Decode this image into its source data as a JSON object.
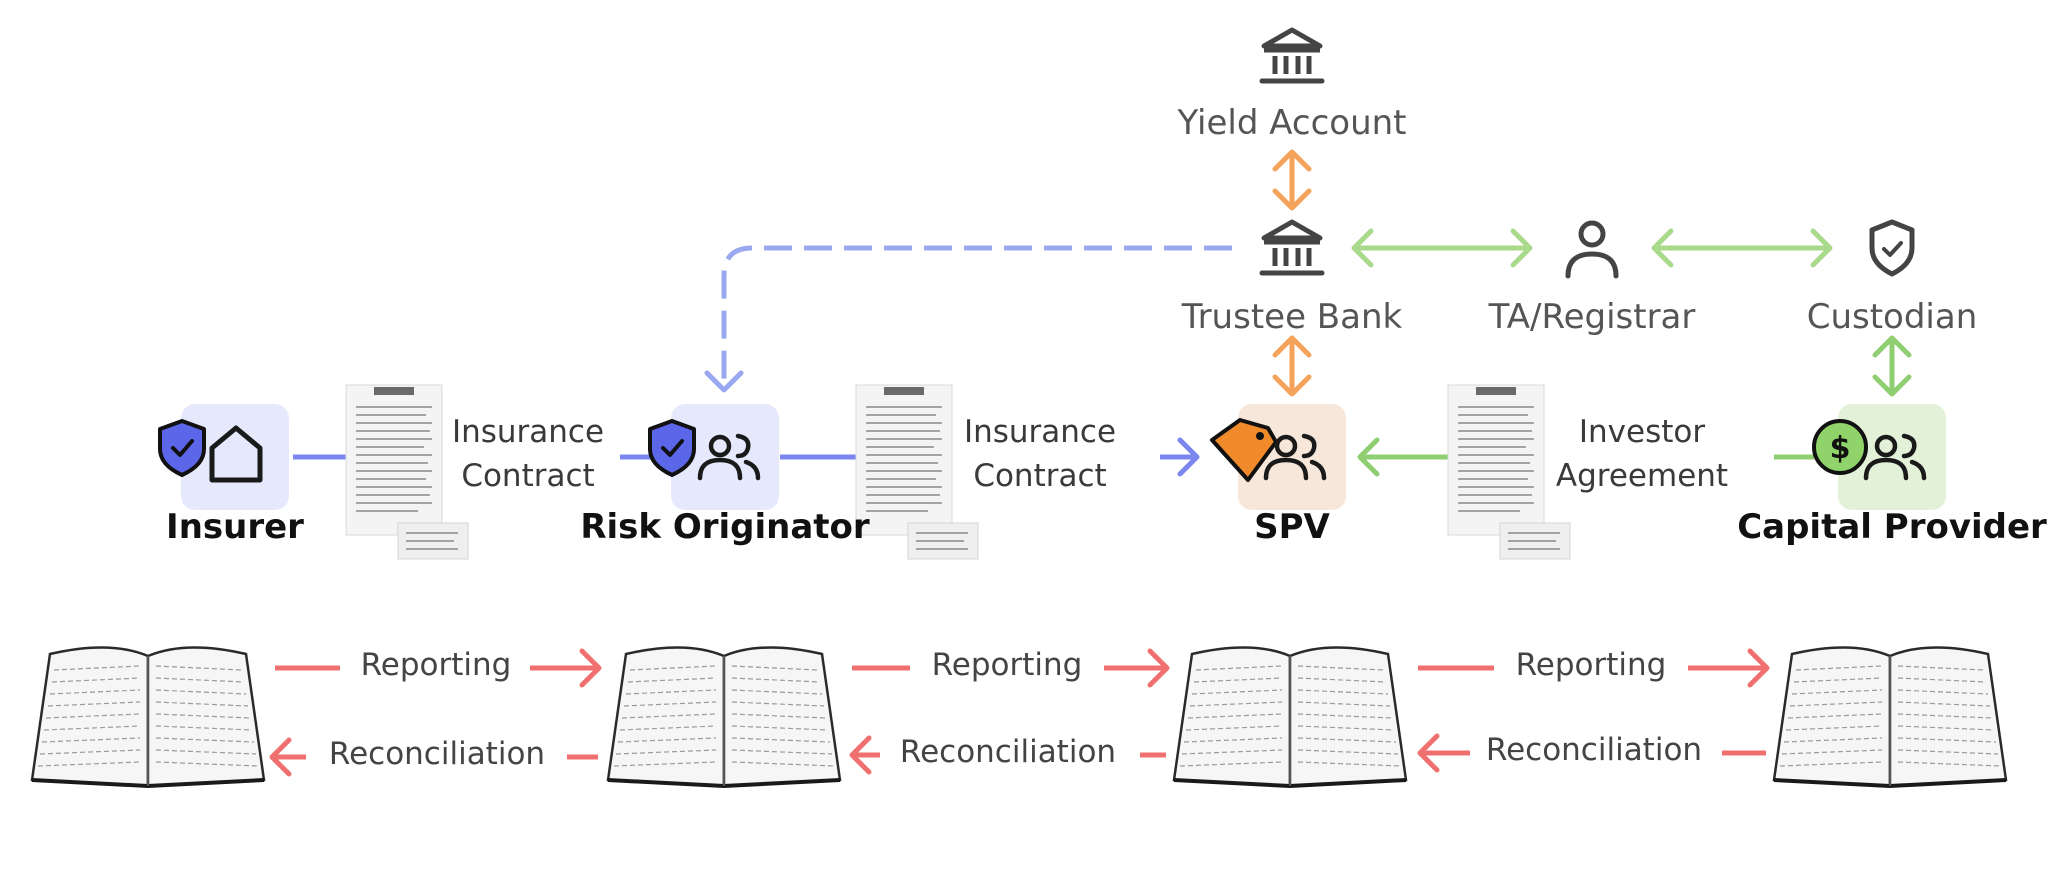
{
  "colors": {
    "blue": "#7b86ef",
    "blue_dashed": "#9aa8f0",
    "orange": "#f5a25a",
    "green": "#a9d98a",
    "green_strong": "#8fcf72",
    "red": "#f07070",
    "insurer_bg": "#e6e9fc",
    "originator_bg": "#e6e9fc",
    "spv_bg": "#f6e7da",
    "capital_bg": "#e3f1d9",
    "icon_dark": "#1a1a1a",
    "icon_gray": "#444444"
  },
  "nodes": {
    "insurer": {
      "label": "Insurer",
      "icons": [
        "shield-check-icon",
        "house-icon"
      ]
    },
    "risk_originator": {
      "label": "Risk Originator",
      "icons": [
        "shield-check-icon",
        "people-icon"
      ]
    },
    "spv": {
      "label": "SPV",
      "icons": [
        "tag-icon",
        "people-icon"
      ]
    },
    "capital_provider": {
      "label": "Capital Provider",
      "icons": [
        "dollar-coin-icon",
        "people-icon"
      ]
    }
  },
  "infrastructure": {
    "yield_account": {
      "label": "Yield Account",
      "icon": "bank-icon"
    },
    "trustee_bank": {
      "label": "Trustee Bank",
      "icon": "bank-icon"
    },
    "ta_registrar": {
      "label": "TA/Registrar",
      "icon": "person-icon"
    },
    "custodian": {
      "label": "Custodian",
      "icon": "shield-check-icon"
    }
  },
  "contracts": [
    {
      "line1": "Insurance",
      "line2": "Contract"
    },
    {
      "line1": "Insurance",
      "line2": "Contract"
    },
    {
      "line1": "Investor",
      "line2": "Agreement"
    }
  ],
  "ledger_flows": [
    {
      "forward": "Reporting",
      "backward": "Reconciliation"
    },
    {
      "forward": "Reporting",
      "backward": "Reconciliation"
    },
    {
      "forward": "Reporting",
      "backward": "Reconciliation"
    }
  ]
}
